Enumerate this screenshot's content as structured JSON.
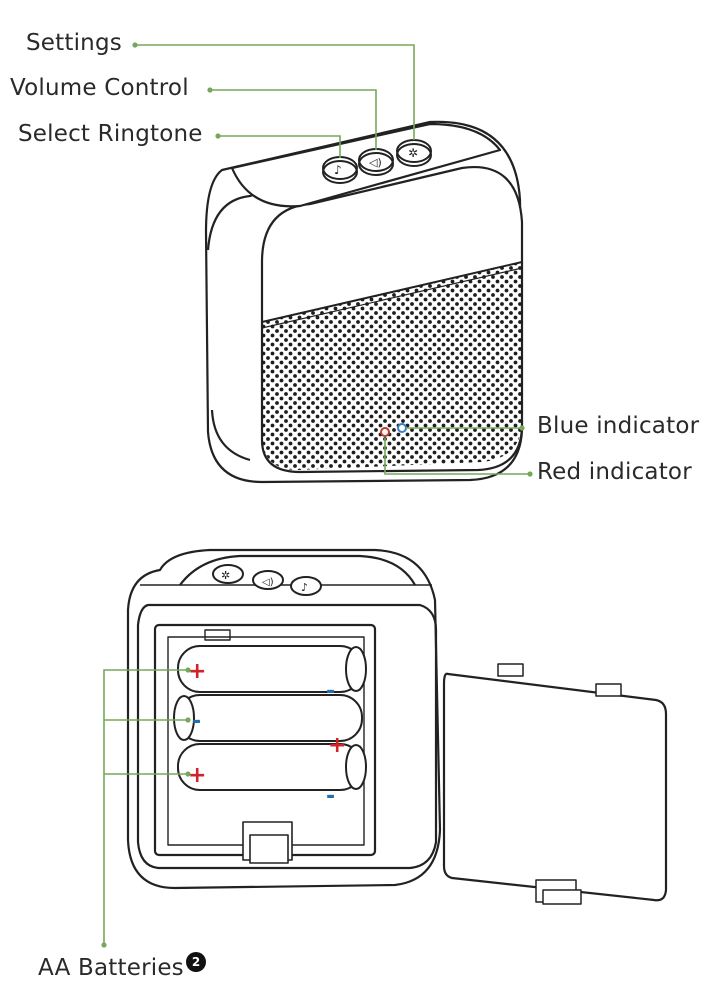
{
  "labels": {
    "settings": "Settings",
    "volume_control": "Volume Control",
    "select_ringtone": "Select Ringtone",
    "blue_indicator": "Blue indicator",
    "red_indicator": "Red indicator",
    "aa_batteries": "AA Batteries"
  },
  "step_badge": "2",
  "battery_polarity": {
    "battery_1": {
      "left": "+",
      "right": "-"
    },
    "battery_2": {
      "left": "-",
      "right": "+"
    },
    "battery_3": {
      "left": "+",
      "right": "-"
    }
  },
  "colors": {
    "callout_line": "#76a85a",
    "plus_sign": "#d2232a",
    "minus_sign": "#1f6fb2",
    "blue_led": "#3a7fc4",
    "red_led": "#c0392b",
    "outline": "#222222"
  }
}
